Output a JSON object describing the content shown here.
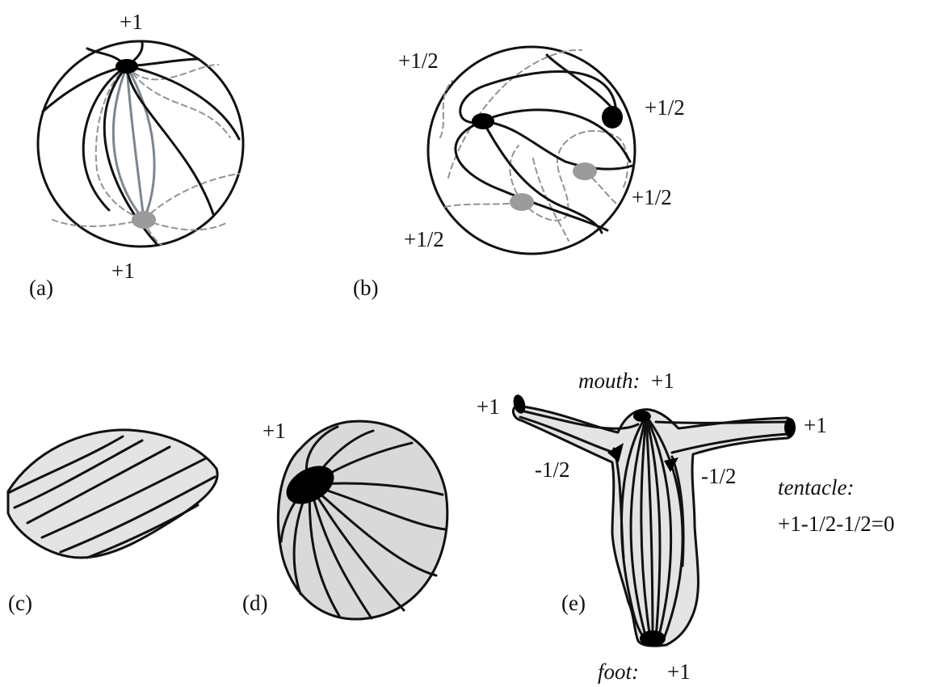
{
  "panels": {
    "a": {
      "tag": "(a)",
      "top_charge": "+1",
      "bottom_charge": "+1"
    },
    "b": {
      "tag": "(b)",
      "charges": [
        "+1/2",
        "+1/2",
        "+1/2",
        "+1/2"
      ]
    },
    "c": {
      "tag": "(c)"
    },
    "d": {
      "tag": "(d)",
      "charge": "+1"
    },
    "e": {
      "tag": "(e)",
      "mouth_label": "mouth:",
      "mouth_charge": "+1",
      "left_tip_charge": "+1",
      "right_tip_charge": "+1",
      "left_neg": "-1/2",
      "right_neg": "-1/2",
      "foot_label": "foot:",
      "foot_charge": "+1",
      "tentacle_label": "tentacle:",
      "tentacle_sum": "+1-1/2-1/2=0"
    }
  },
  "colors": {
    "line": "#111111",
    "hidden_line": "#8e949a",
    "body_fill": "#d9d9d9",
    "defect_front": "#000000",
    "defect_back": "#9b9b9b"
  }
}
